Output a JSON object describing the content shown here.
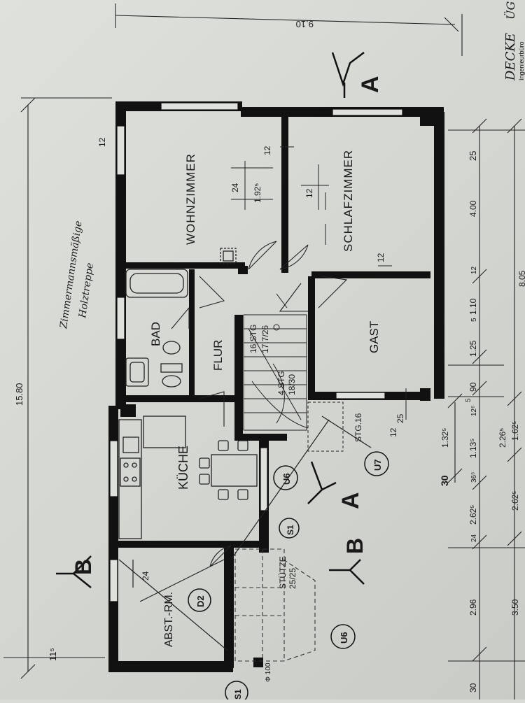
{
  "rooms": {
    "wohnzimmer": "WOHNZIMMER",
    "schlafzimmer": "SCHLAFZIMMER",
    "bad": "BAD",
    "flur": "FLUR",
    "gast": "GAST",
    "kueche": "KÜCHE",
    "abstellraum": "ABST.-RM."
  },
  "stairs": {
    "label_upper": "16 STG",
    "label_upper_dim": "17,7/26",
    "label_lower": "4 STG",
    "label_lower_dim": "18/30",
    "stg16": "STG.16"
  },
  "support": {
    "label": "STÜTZE",
    "size": "25/25"
  },
  "markers": {
    "section_a_top": "A",
    "section_a_bottom": "A",
    "section_b_left": "B",
    "section_b_right": "B",
    "s1": "S1",
    "s1_edge": "S1",
    "d2": "D2",
    "u6": "U6",
    "u6_bottom": "U6",
    "u7": "U7",
    "phi": "Φ 100"
  },
  "handwritten": {
    "note_line1": "Zimmermannsmäßige",
    "note_line2": "Holztreppe",
    "decke_title": "DECKE",
    "decke_suffix": "ÜG",
    "ingenieur": "Ingenieurbüro"
  },
  "dimensions": {
    "overall_length": "15.80",
    "top_right": "9.10",
    "left_edge": "11⁵",
    "inner_row": [
      "30",
      "2.96",
      "24",
      "2.62⁵",
      "36⁵",
      "1.13⁵",
      "12⁵",
      "90",
      "5",
      "1.25",
      "5",
      "1.10",
      "12",
      "4.00",
      "25"
    ],
    "outer_row": [
      "3.50",
      "2.62⁵",
      "1.62⁵",
      "8.05"
    ],
    "mid_vertical": [
      "30",
      "1.32⁵",
      "2.26⁵"
    ],
    "room_dims": [
      "12",
      "12",
      "24",
      "1.92⁵",
      "12",
      "12",
      "12",
      "25",
      "24"
    ]
  }
}
